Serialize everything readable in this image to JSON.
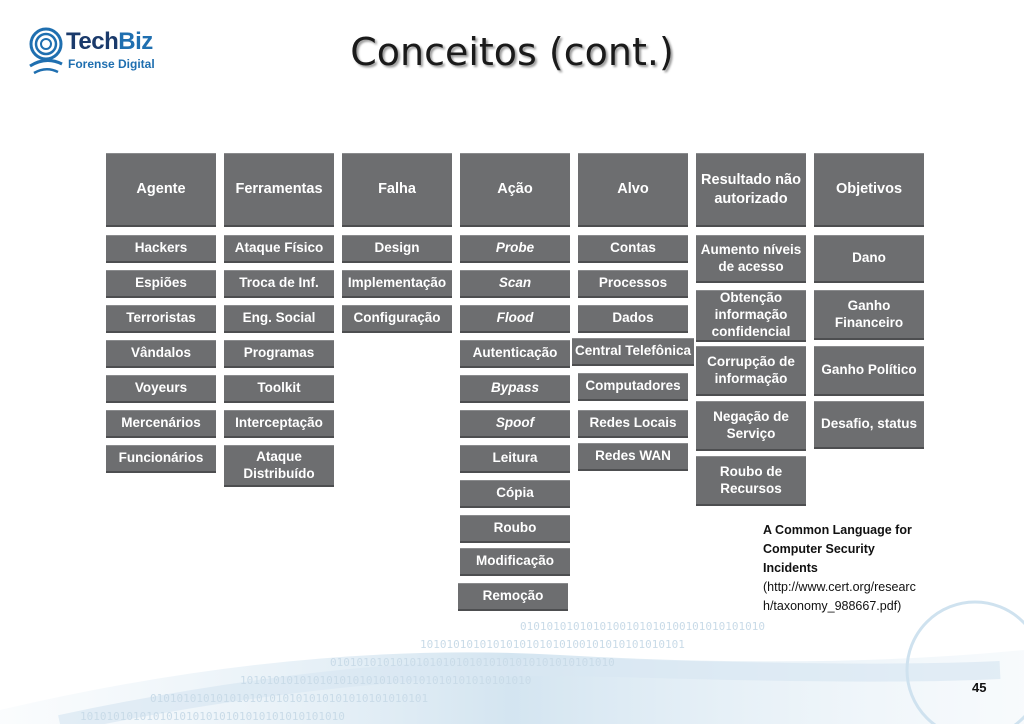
{
  "logo": {
    "word_part1": "Tech",
    "word_part2": "Biz",
    "subtitle": "Forense Digital"
  },
  "title": "Conceitos (cont.)",
  "columns": [
    {
      "header": "Agente",
      "items": [
        "Hackers",
        "Espiões",
        "Terroristas",
        "Vândalos",
        "Voyeurs",
        "Mercenários",
        "Funcionários"
      ]
    },
    {
      "header": "Ferramentas",
      "items": [
        "Ataque Físico",
        "Troca de Inf.",
        "Eng. Social",
        "Programas",
        "Toolkit",
        "Interceptação",
        "Ataque Distribuído"
      ]
    },
    {
      "header": "Falha",
      "items": [
        "Design",
        "Implementação",
        "Configuração"
      ]
    },
    {
      "header": "Ação",
      "items": [
        "Probe",
        "Scan",
        "Flood",
        "Autenticação",
        "Bypass",
        "Spoof",
        "Leitura",
        "Cópia",
        "Roubo",
        "Modificação",
        "Remoção"
      ]
    },
    {
      "header": "Alvo",
      "items": [
        "Contas",
        "Processos",
        "Dados",
        "Central Telefônica",
        "Computadores",
        "Redes Locais",
        "Redes WAN"
      ]
    },
    {
      "header": "Resultado não autorizado",
      "items": [
        "Aumento níveis de acesso",
        "Obtenção informação confidencial",
        "Corrupção de informação",
        "Negação de Serviço",
        "Roubo de Recursos"
      ]
    },
    {
      "header": "Objetivos",
      "items": [
        "Dano",
        "Ganho Financeiro",
        "Ganho Político",
        "Desafio, status"
      ]
    }
  ],
  "reference": {
    "title": "A Common Language for Computer Security Incidents",
    "url": "(http://www.cert.org/research/taxonomy_988667.pdf)"
  },
  "page_number": "45"
}
